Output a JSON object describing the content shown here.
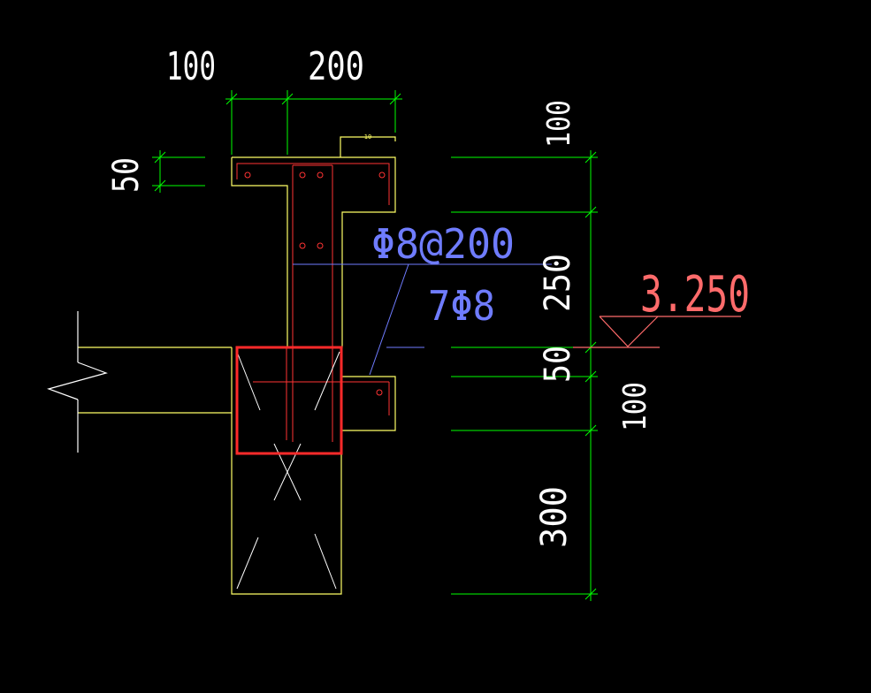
{
  "colors": {
    "background": "#000000",
    "concrete_outline": "#ffff66",
    "dimension": "#00ff00",
    "rebar": "#ff3333",
    "annotation": "#6f7cff",
    "highlight": "#ff2a2a",
    "elevation": "#ff6b6b",
    "dimension_text": "#ffffff",
    "break_line": "#ffffff"
  },
  "dimensions": {
    "top_width_left": "100",
    "top_width_right": "200",
    "small_width": "50",
    "small_tag": "10",
    "vert_top": "100",
    "vert_250": "250",
    "vert_50": "50",
    "vert_100": "100",
    "vert_300": "300"
  },
  "annotations": {
    "stirrup": "Φ8@200",
    "longitudinal": "7Φ8"
  },
  "elevation": {
    "value": "3.250"
  }
}
